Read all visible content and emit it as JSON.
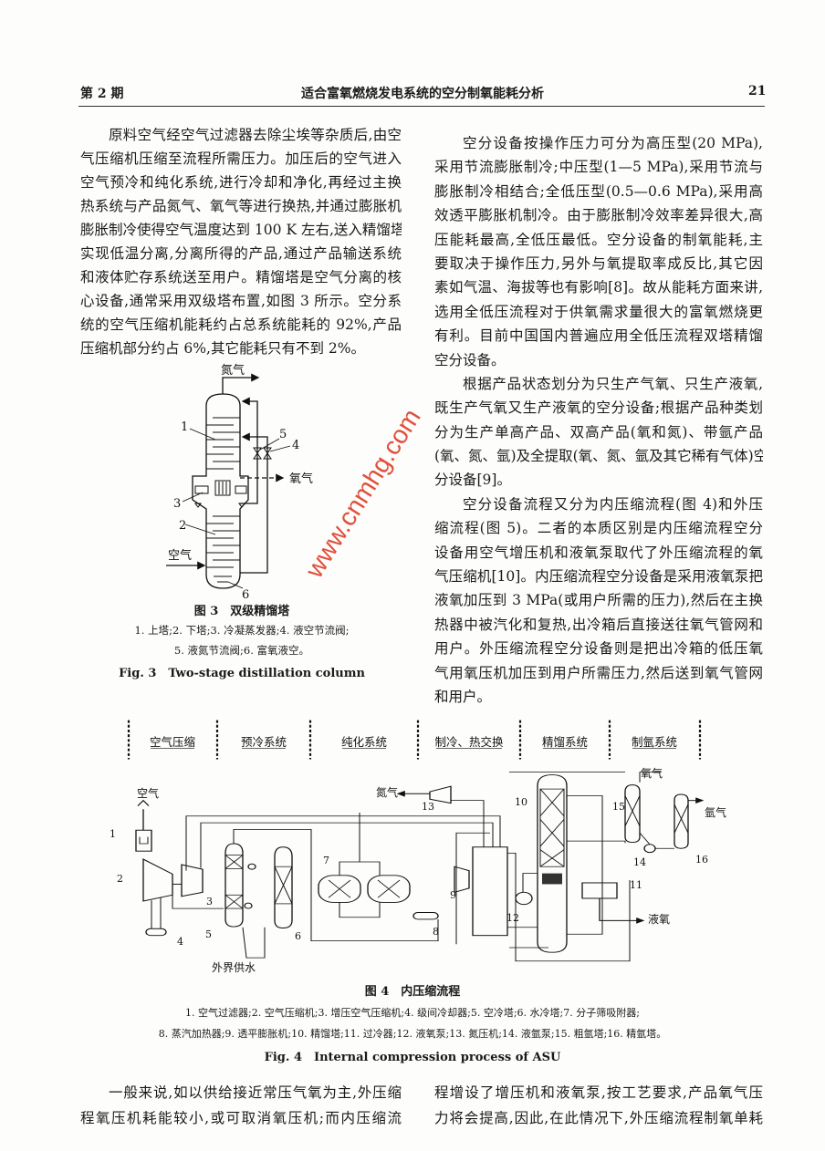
{
  "header": {
    "issue": "第 2 期",
    "title": "适合富氧燃烧发电系统的空分制氧能耗分析",
    "page": "21"
  },
  "left_column": {
    "paragraphs": [
      [
        "原料空气经空气过滤器去除尘埃等杂质后,由空",
        "气压缩机压缩至流程所需压力。加压后的空气进入",
        "空气预冷和纯化系统,进行冷却和净化,再经过主换",
        "热系统与产品氮气、氧气等进行换热,并通过膨胀机",
        "膨胀制冷使得空气温度达到 100 K 左右,送入精馏塔",
        "实现低温分离,分离所得的产品,通过产品输送系统",
        "和液体贮存系统送至用户。精馏塔是空气分离的核",
        "心设备,通常采用双级塔布置,如图 3 所示。空分系",
        "统的空气压缩机能耗约占总系统能耗的 92%,产品",
        "压缩机部分约占 6%,其它能耗只有不到 2%。"
      ]
    ]
  },
  "right_column": {
    "paragraphs": [
      [
        "空分设备按操作压力可分为高压型(20 MPa),",
        "采用节流膨胀制冷;中压型(1—5 MPa),采用节流与",
        "膨胀制冷相结合;全低压型(0.5—0.6 MPa),采用高",
        "效透平膨胀机制冷。由于膨胀制冷效率差异很大,高",
        "压能耗最高,全低压最低。空分设备的制氧能耗,主",
        "要取决于操作压力,另外与氧提取率成反比,其它因",
        "素如气温、海拔等也有影响[8]。故从能耗方面来讲,",
        "选用全低压流程对于供氧需求量很大的富氧燃烧更",
        "有利。目前中国国内普遍应用全低压流程双塔精馏",
        "空分设备。"
      ],
      [
        "根据产品状态划分为只生产气氧、只生产液氧,",
        "既生产气氧又生产液氧的空分设备;根据产品种类划",
        "分为生产单高产品、双高产品(氧和氮)、带氩产品",
        "(氧、氮、氩)及全提取(氧、氮、氩及其它稀有气体)空",
        "分设备[9]。"
      ],
      [
        "空分设备流程又分为内压缩流程(图 4)和外压",
        "缩流程(图 5)。二者的本质区别是内压缩流程空分",
        "设备用空气增压机和液氧泵取代了外压缩流程的氧",
        "气压缩机[10]。内压缩流程空分设备是采用液氧泵把",
        "液氧加压到 3 MPa(或用户所需的压力),然后在主换",
        "热器中被汽化和复热,出冷箱后直接送往氧气管网和",
        "用户。外压缩流程空分设备则是把出冷箱的低压氧",
        "气用氧压机加压到用户所需压力,然后送到氧气管网",
        "和用户。"
      ]
    ]
  },
  "figure3": {
    "labels": {
      "nitrogen": "氮气",
      "oxygen": "氧气",
      "air": "空气"
    },
    "numbers": [
      "1",
      "2",
      "3",
      "4",
      "5",
      "6"
    ],
    "title": "图 3　双级精馏塔",
    "legend": [
      "1. 上塔;2. 下塔;3. 冷凝蒸发器;4. 液空节流阀;",
      "5. 液氮节流阀;6. 富氧液空。"
    ],
    "caption_en": "Fig. 3　Two-stage distillation column"
  },
  "figure4": {
    "sections": [
      "空气压缩",
      "预冷系统",
      "纯化系统",
      "制冷、热交换",
      "精馏系统",
      "制氩系统"
    ],
    "labels": {
      "air": "空气",
      "nitrogen": "氮气",
      "oxygen": "氧气",
      "argon": "氩气",
      "liquid_oxygen": "液氧",
      "water": "外界供水"
    },
    "numbers": [
      "1",
      "2",
      "3",
      "4",
      "5",
      "6",
      "7",
      "8",
      "9",
      "10",
      "11",
      "12",
      "13",
      "14",
      "15",
      "16"
    ],
    "title": "图 4　内压缩流程",
    "legend": [
      "1. 空气过滤器;2. 空气压缩机;3. 增压空气压缩机;4. 级间冷却器;5. 空冷塔;6. 水冷塔;7. 分子筛吸附器;",
      "8. 蒸汽加热器;9. 透平膨胀机;10. 精馏塔;11. 过冷器;12. 液氧泵;13. 氮压机;14. 液氩泵;15. 粗氩塔;16. 精氩塔。"
    ],
    "caption_en": "Fig. 4　Internal compression process of ASU"
  },
  "bottom": {
    "left": [
      "一般来说,如以供给接近常压气氧为主,外压缩",
      "程氧压机耗能较小,或可取消氧压机;而内压缩流"
    ],
    "right": [
      "程增设了增压机和液氧泵,按工艺要求,产品氧气压",
      "力将会提高,因此,在此情况下,外压缩流程制氧单耗"
    ]
  },
  "watermark": "www.cnmhg.com"
}
